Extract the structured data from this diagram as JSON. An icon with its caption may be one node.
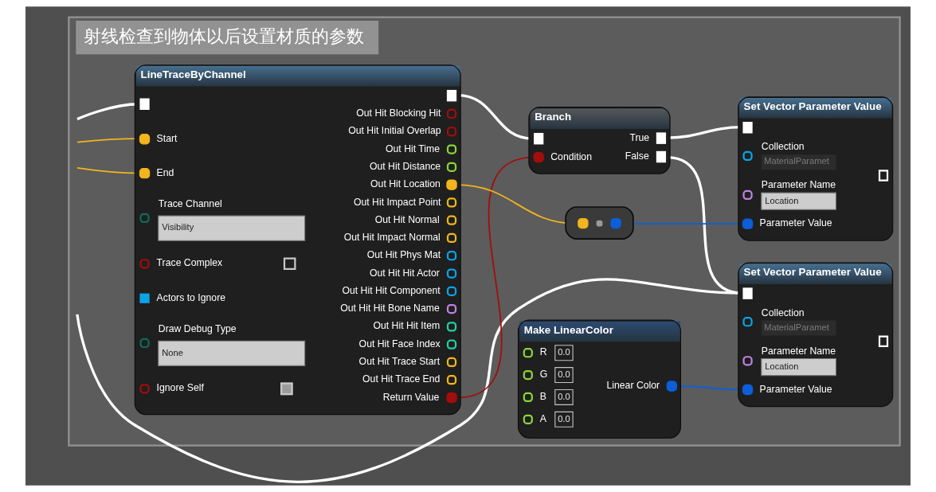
{
  "diagram": {
    "nodes": [
      {
        "text": [
          "射线检查到物体以后设置材质的参数"
        ]
      },
      {
        "text": [
          "LineTraceByChannel",
          "Start",
          "End",
          "Trace Channel",
          "Visibility",
          "Trace Complex",
          "Actors to Ignore",
          "Draw Debug Type",
          "None",
          "Ignore Self",
          "Out Hit Blocking Hit",
          "Out Hit Initial Overlap",
          "Out Hit Time",
          "Out Hit Distance",
          "Out Hit Location",
          "Out Hit Impact Point",
          "Out Hit Normal",
          "Out Hit Impact Normal",
          "Out Hit Phys Mat",
          "Out Hit Hit Actor",
          "Out Hit Hit Component",
          "Out Hit Hit Bone Name",
          "Out Hit Hit Item",
          "Out Hit Face Index",
          "Out Hit Trace Start",
          "Out Hit Trace End",
          "Return Value"
        ],
        "in": 0
      },
      {
        "text": [
          "Branch",
          "Condition",
          "True",
          "False"
        ],
        "in": 0
      },
      {
        "text": [],
        "shape": "box",
        "in": 0
      },
      {
        "text": [
          "Make LinearColor",
          "R",
          "0.0",
          "G",
          "0.0",
          "B",
          "0.0",
          "A",
          "0.0",
          "Linear Color"
        ],
        "in": 0
      },
      {
        "text": [
          "Set Vector Parameter Value",
          "Collection",
          "MaterialParamet",
          "Parameter Name",
          "Location",
          "Parameter Value"
        ],
        "in": 0
      },
      {
        "text": [
          "Set Vector Parameter Value",
          "Collection",
          "MaterialParamet",
          "Parameter Name",
          "Location",
          "Parameter Value"
        ],
        "in": 0
      }
    ],
    "edges": [
      {
        "from": null,
        "to": 1,
        "arrow": "none"
      },
      {
        "from": null,
        "to": 1,
        "arrow": "none",
        "color": "#f2b51d"
      },
      {
        "from": null,
        "to": 1,
        "arrow": "none",
        "color": "#f2b51d"
      },
      {
        "from": null,
        "to": 6,
        "arrow": "none"
      },
      {
        "from": 1,
        "to": 2,
        "arrow": "none"
      },
      {
        "from": 1,
        "to": 2,
        "arrow": "none",
        "color": "#a20d0d"
      },
      {
        "from": 1,
        "to": 3,
        "arrow": "none",
        "color": "#f2b51d"
      },
      {
        "from": 3,
        "to": 5,
        "arrow": "none",
        "color": "#0c5fd8"
      },
      {
        "from": 2,
        "to": 5,
        "arrow": "none"
      },
      {
        "from": 2,
        "to": 6,
        "arrow": "none"
      },
      {
        "from": 4,
        "to": 6,
        "arrow": "none",
        "color": "#0c5fd8"
      }
    ]
  }
}
